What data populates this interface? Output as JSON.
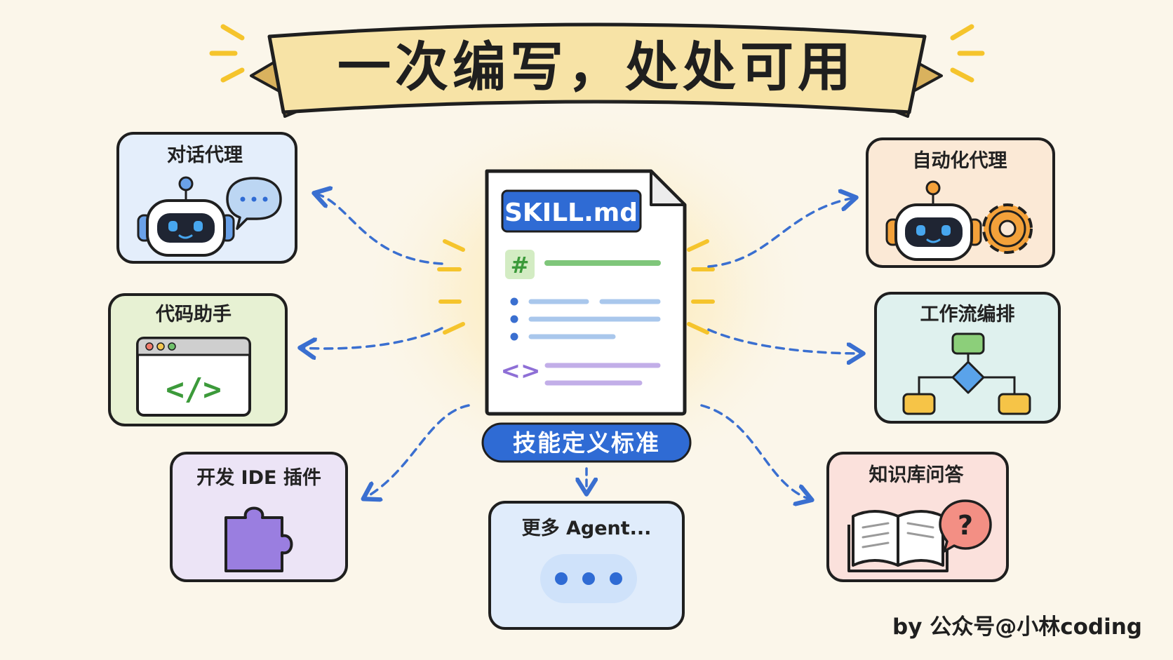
{
  "title": "一次编写，处处可用",
  "center": {
    "doc_label": "SKILL.md",
    "heading_symbol": "#",
    "code_symbol": "<>",
    "caption": "技能定义标准"
  },
  "cards": {
    "chat_agent": {
      "title": "对话代理"
    },
    "code_assistant": {
      "title": "代码助手",
      "code_glyph": "</>"
    },
    "ide_plugin": {
      "title": "开发 IDE 插件"
    },
    "more_agents": {
      "title": "更多 Agent..."
    },
    "automation_agent": {
      "title": "自动化代理"
    },
    "workflow": {
      "title": "工作流编排"
    },
    "knowledge_qa": {
      "title": "知识库问答",
      "question_glyph": "?"
    }
  },
  "credit": "by 公众号@小林coding",
  "colors": {
    "background": "#fbf6ea",
    "banner": "#f7e3a6",
    "banner_tail": "#d9b25e",
    "accent_blue": "#2f6bd4",
    "arrow_blue": "#3a6fd0",
    "ray_yellow": "#f5c42c",
    "card_chat": "#e4eefb",
    "card_code": "#e7f1d3",
    "card_ide": "#ece4f6",
    "card_more": "#e0ecfb",
    "card_auto": "#fbe9d6",
    "card_workflow": "#dff1ee",
    "card_kb": "#fbe1dc"
  },
  "icons": {
    "chat_agent": [
      "robot-icon",
      "speech-bubble-icon"
    ],
    "code_assistant": [
      "code-window-icon"
    ],
    "ide_plugin": [
      "puzzle-piece-icon"
    ],
    "more_agents": [
      "ellipsis-icon"
    ],
    "automation_agent": [
      "robot-icon",
      "gear-icon"
    ],
    "workflow": [
      "flowchart-icon"
    ],
    "knowledge_qa": [
      "open-book-icon",
      "question-bubble-icon"
    ]
  }
}
